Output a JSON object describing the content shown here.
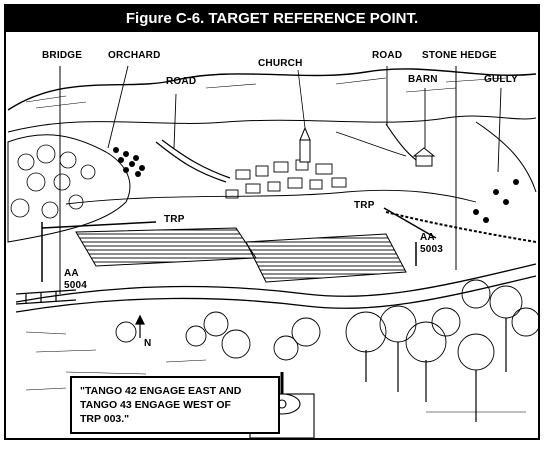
{
  "figure": {
    "title": "Figure C-6. TARGET REFERENCE POINT."
  },
  "labels": {
    "bridge": "BRIDGE",
    "orchard": "ORCHARD",
    "road_left": "ROAD",
    "church": "CHURCH",
    "road_right": "ROAD",
    "stone_hedge": "STONE HEDGE",
    "barn": "BARN",
    "gully": "GULLY",
    "trp_left": "TRP",
    "trp_right": "TRP",
    "aa_left": "AA",
    "aa_left_num": "5004",
    "aa_right": "AA",
    "aa_right_num": "5003",
    "north": "N"
  },
  "message": {
    "text": "\"TANGO 42 ENGAGE EAST AND\nTANGO 43 ENGAGE WEST OF\nTRP 003.\""
  },
  "icons": [
    "north-arrow-icon",
    "tank-icon",
    "tree-icon",
    "house-icon"
  ]
}
